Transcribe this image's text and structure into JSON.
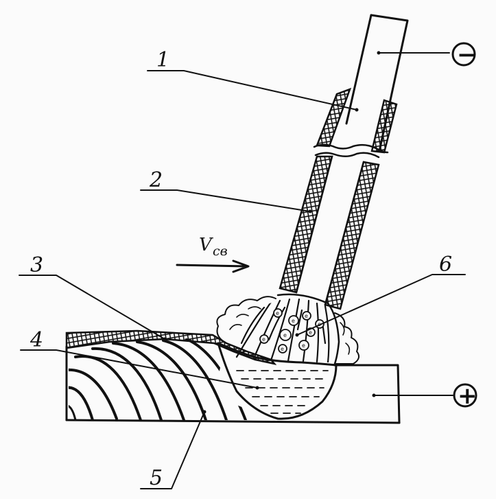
{
  "labels": {
    "n1": "1",
    "n2": "2",
    "n3": "3",
    "n4": "4",
    "n5": "5",
    "n6": "6"
  },
  "velocity": {
    "main": "V",
    "sub": "св"
  },
  "polarity": {
    "electrode_sign": "−",
    "workpiece_sign": "+",
    "ion_charge": "e"
  },
  "colors": {
    "ink": "#111111",
    "paper": "#fbfbfb"
  }
}
